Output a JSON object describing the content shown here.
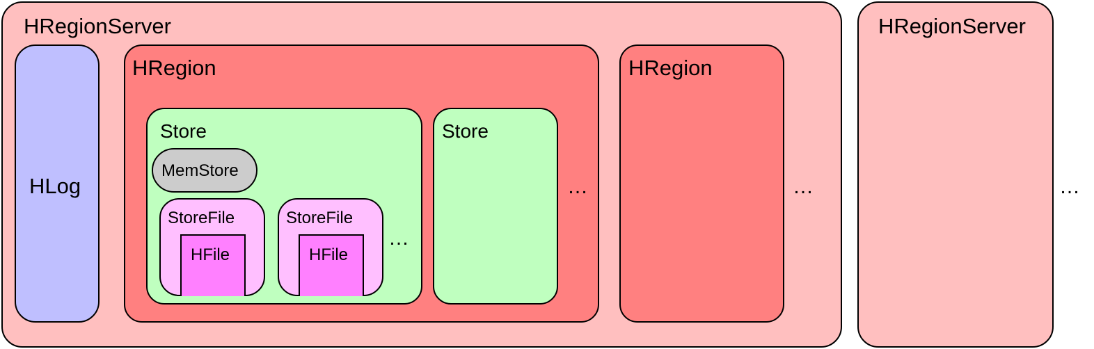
{
  "servers": [
    {
      "label": "HRegionServer"
    },
    {
      "label": "HRegionServer"
    }
  ],
  "hlog": {
    "label": "HLog"
  },
  "regions": [
    {
      "label": "HRegion"
    },
    {
      "label": "HRegion"
    }
  ],
  "stores": [
    {
      "label": "Store"
    },
    {
      "label": "Store"
    }
  ],
  "memstore": {
    "label": "MemStore"
  },
  "storefiles": [
    {
      "label": "StoreFile",
      "hfile": "HFile"
    },
    {
      "label": "StoreFile",
      "hfile": "HFile"
    }
  ],
  "ellipses": {
    "storefiles": "…",
    "stores": "…",
    "regions": "…",
    "servers": "…"
  }
}
